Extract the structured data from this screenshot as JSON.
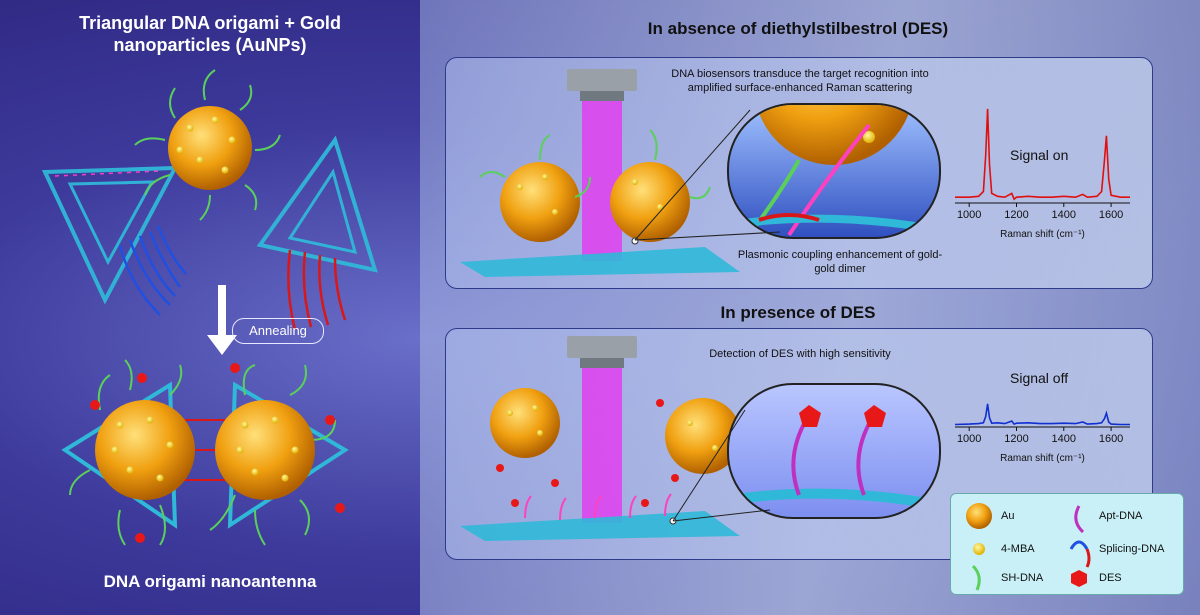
{
  "left": {
    "title": "Triangular DNA origami + Gold nanoparticles (AuNPs)",
    "annealing": "Annealing",
    "bottom_label": "DNA origami nanoantenna"
  },
  "top_section": {
    "title": "In absence of diethylstilbestrol (DES)",
    "caption": "DNA biosensors transduce the target recognition into amplified surface-enhanced Raman scattering",
    "plasmonic_caption": "Plasmonic coupling enhancement of gold-gold dimer",
    "signal_label": "Signal on"
  },
  "bottom_section": {
    "title": "In presence of DES",
    "caption": "Detection of DES with high sensitivity",
    "signal_label": "Signal off"
  },
  "legend": {
    "au": "Au",
    "mba": "4-MBA",
    "shdna": "SH-DNA",
    "aptdna": "Apt-DNA",
    "splicing": "Splicing-DNA",
    "des": "DES"
  },
  "colors": {
    "gold": "#f0a010",
    "signal_on": "#e01010",
    "signal_off": "#1030d0",
    "laser": "#e040f0",
    "origami": "#30b8d8"
  },
  "chart_data": [
    {
      "type": "line",
      "title": "Signal on",
      "xlabel": "Raman shift (cm⁻¹)",
      "xticks": [
        "1000",
        "1200",
        "1400",
        "1600"
      ],
      "xlim": [
        940,
        1680
      ],
      "ylim": [
        0,
        1
      ],
      "x": [
        940,
        1000,
        1040,
        1060,
        1070,
        1078,
        1086,
        1095,
        1120,
        1150,
        1180,
        1190,
        1200,
        1250,
        1300,
        1350,
        1400,
        1450,
        1480,
        1500,
        1540,
        1560,
        1572,
        1580,
        1590,
        1600,
        1640,
        1680
      ],
      "y": [
        0.06,
        0.06,
        0.07,
        0.12,
        0.5,
        0.98,
        0.4,
        0.1,
        0.07,
        0.06,
        0.1,
        0.04,
        0.06,
        0.07,
        0.06,
        0.06,
        0.07,
        0.06,
        0.09,
        0.06,
        0.07,
        0.12,
        0.45,
        0.7,
        0.25,
        0.08,
        0.06,
        0.06
      ],
      "color": "#e01010"
    },
    {
      "type": "line",
      "title": "Signal off",
      "xlabel": "Raman shift (cm⁻¹)",
      "xticks": [
        "1000",
        "1200",
        "1400",
        "1600"
      ],
      "xlim": [
        940,
        1680
      ],
      "ylim": [
        0,
        1
      ],
      "x": [
        940,
        1000,
        1040,
        1060,
        1070,
        1078,
        1086,
        1095,
        1120,
        1150,
        1180,
        1190,
        1200,
        1250,
        1300,
        1350,
        1400,
        1450,
        1480,
        1500,
        1540,
        1560,
        1572,
        1580,
        1590,
        1600,
        1640,
        1680
      ],
      "y": [
        0.06,
        0.07,
        0.08,
        0.1,
        0.25,
        0.55,
        0.22,
        0.09,
        0.1,
        0.08,
        0.14,
        0.07,
        0.09,
        0.1,
        0.08,
        0.08,
        0.09,
        0.08,
        0.12,
        0.07,
        0.08,
        0.1,
        0.2,
        0.33,
        0.12,
        0.07,
        0.06,
        0.06
      ],
      "color": "#1030d0"
    }
  ]
}
